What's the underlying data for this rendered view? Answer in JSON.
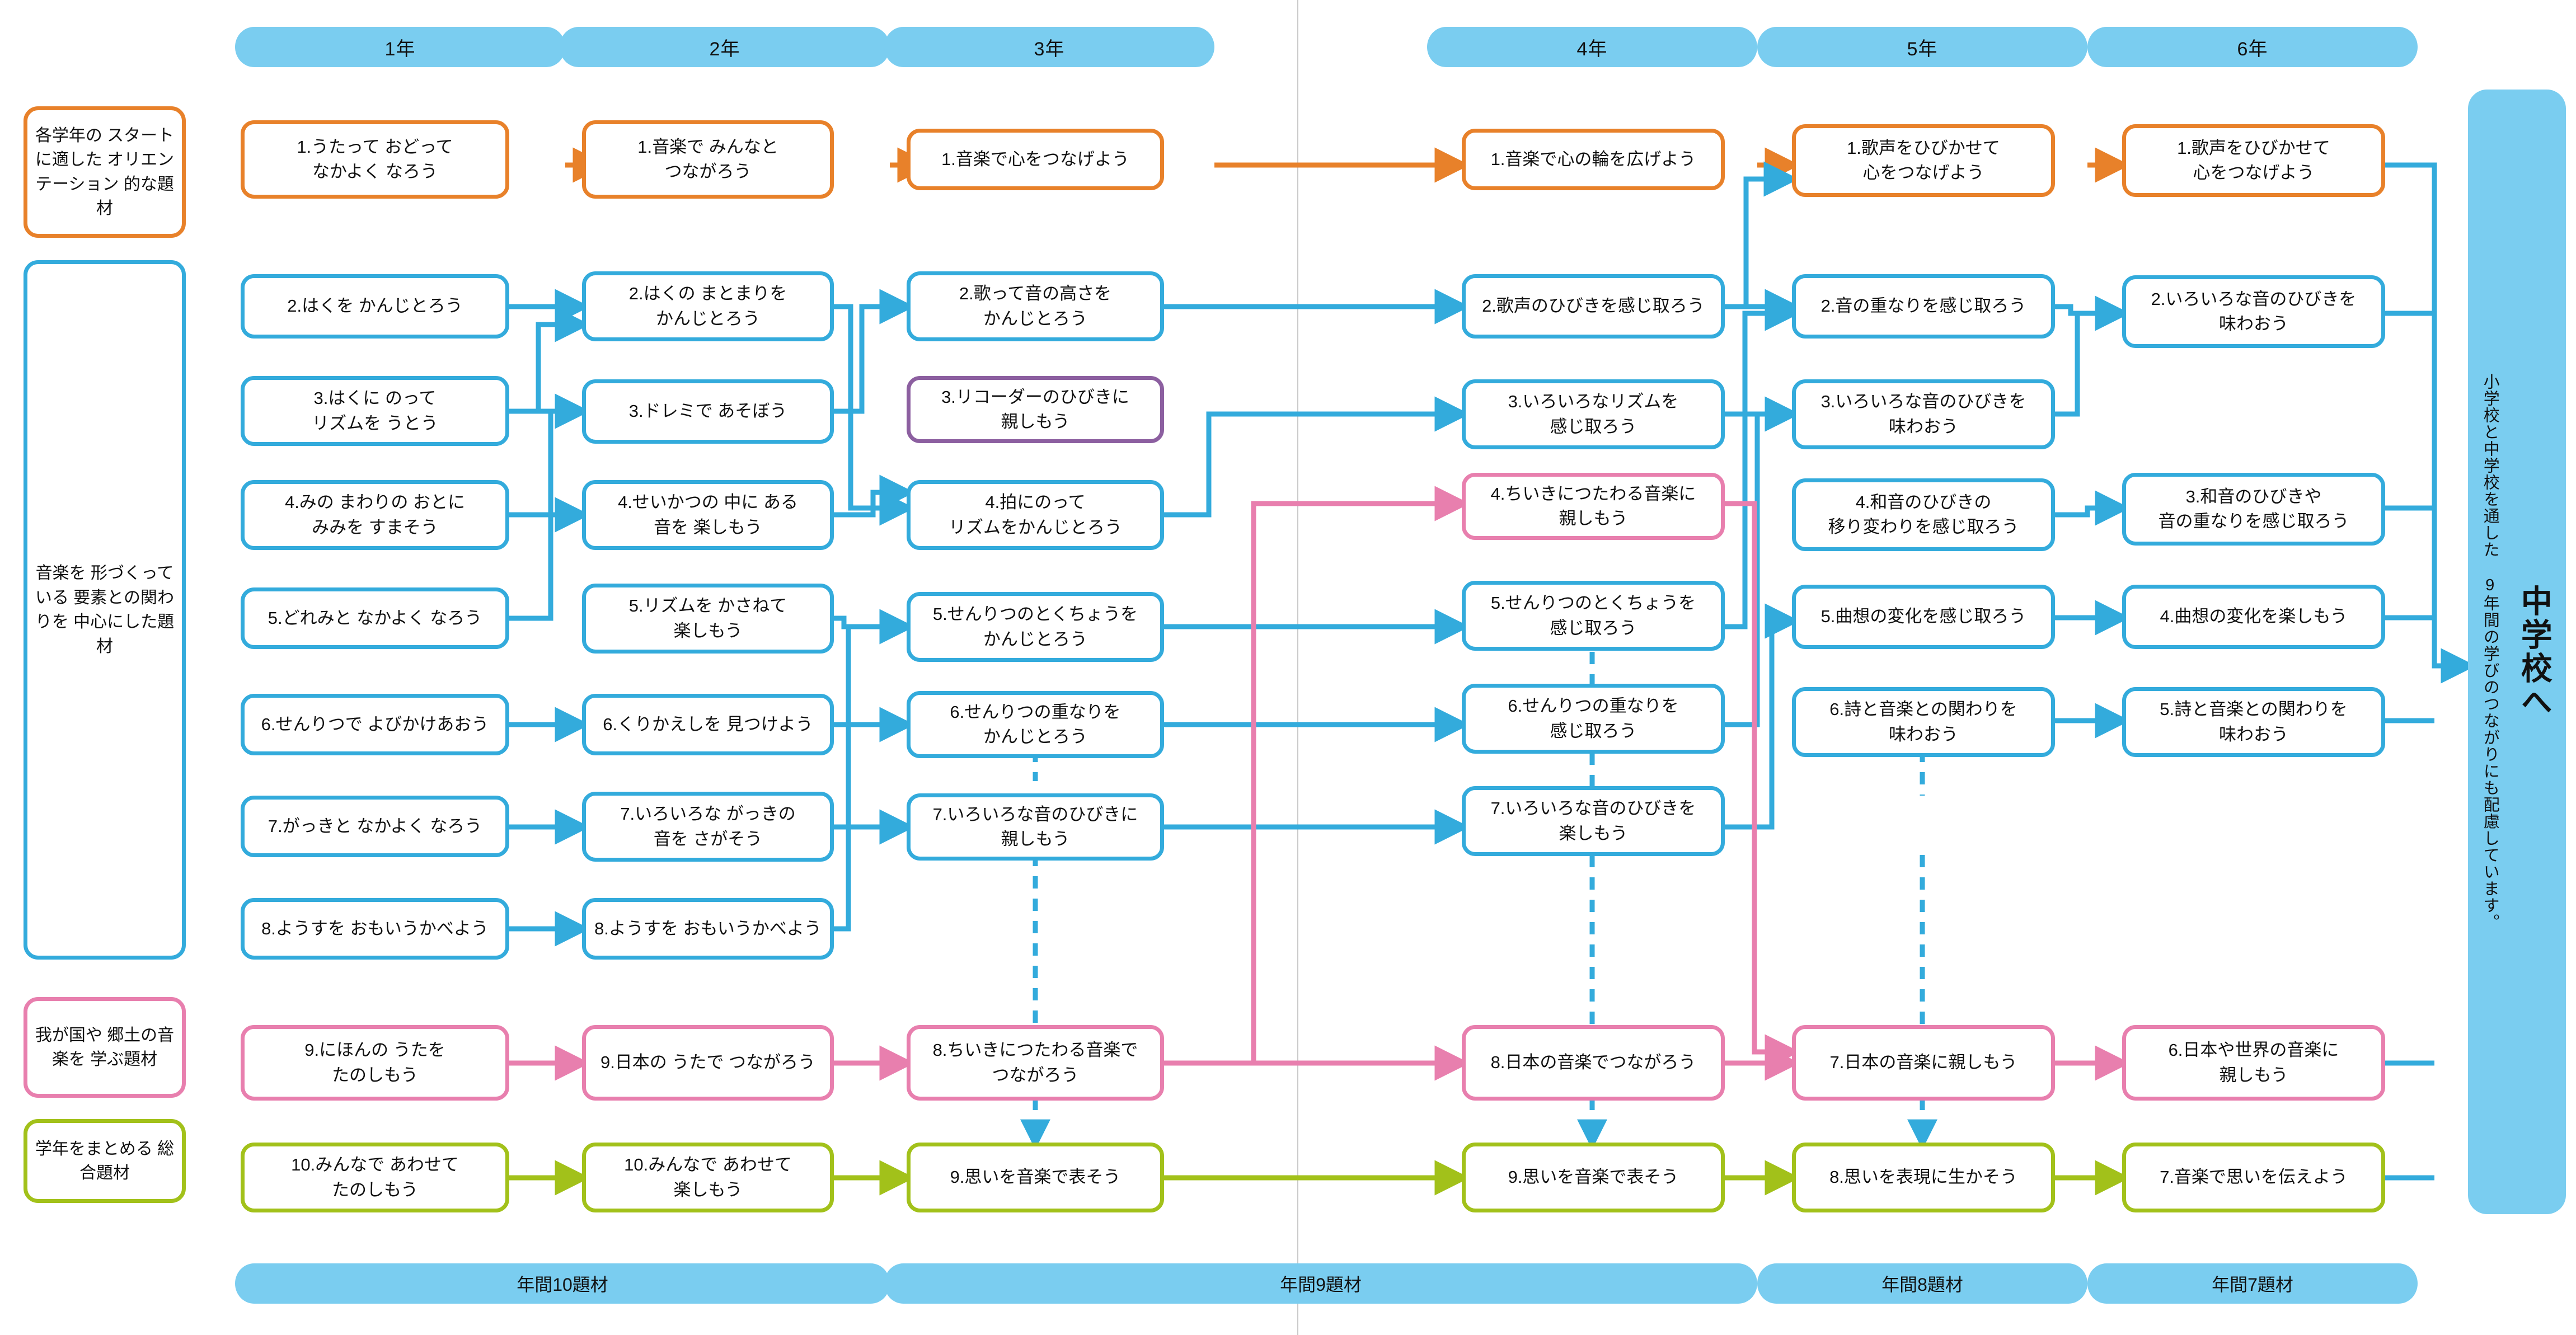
{
  "colors": {
    "header_bar": "#7ACDF0",
    "orientation": "#E8812A",
    "elements": "#33ABDC",
    "traditional": "#E87FAE",
    "summary": "#A2C11A",
    "recorder": "#8C5FA0"
  },
  "grade_headers": [
    {
      "label": "1年"
    },
    {
      "label": "2年"
    },
    {
      "label": "3年"
    },
    {
      "label": "4年"
    },
    {
      "label": "5年"
    },
    {
      "label": "6年"
    }
  ],
  "categories": [
    {
      "key": "orientation",
      "label": "各学年の\nスタートに適した\nオリエンテーション\n的な題材",
      "color": "orange"
    },
    {
      "key": "elements",
      "label": "音楽を\n形づくっている\n要素との関わりを\n中心にした題材",
      "color": "blue"
    },
    {
      "key": "traditional",
      "label": "我が国や\n郷土の音楽を\n学ぶ題材",
      "color": "pink"
    },
    {
      "key": "summary",
      "label": "学年をまとめる\n総合題材",
      "color": "green"
    }
  ],
  "grade1": {
    "orientation": "1.うたって おどって\nなかよく なろう",
    "elements": [
      "2.はくを かんじとろう",
      "3.はくに のって\nリズムを うとう",
      "4.みの まわりの おとに\nみみを すまそう",
      "5.どれみと なかよく なろう",
      "6.せんりつで よびかけあおう",
      "7.がっきと なかよく なろう",
      "8.ようすを おもいうかべよう"
    ],
    "traditional": "9.にほんの うたを\nたのしもう",
    "summary": "10.みんなで あわせて\nたのしもう",
    "total": "年間10題材"
  },
  "grade2": {
    "orientation": "1.音楽で みんなと\nつながろう",
    "elements": [
      "2.はくの まとまりを\nかんじとろう",
      "3.ドレミで あそぼう",
      "4.せいかつの 中に ある\n音を 楽しもう",
      "5.リズムを かさねて\n楽しもう",
      "6.くりかえしを 見つけよう",
      "7.いろいろな がっきの\n音を さがそう",
      "8.ようすを おもいうかべよう"
    ],
    "traditional": "9.日本の うたで つながろう",
    "summary": "10.みんなで あわせて\n楽しもう",
    "total": "年間10題材"
  },
  "grade3": {
    "orientation": "1.音楽で心をつなげよう",
    "elements": [
      "2.歌って音の高さを\nかんじとろう",
      "3.リコーダーのひびきに\n親しもう",
      "4.拍にのって\nリズムをかんじとろう",
      "5.せんりつのとくちょうを\nかんじとろう",
      "6.せんりつの重なりを\nかんじとろう",
      "7.いろいろな音のひびきに\n親しもう"
    ],
    "traditional": "8.ちいきにつたわる音楽で\nつながろう",
    "summary": "9.思いを音楽で表そう",
    "total": "年間9題材"
  },
  "grade4": {
    "orientation": "1.音楽で心の輪を広げよう",
    "elements": [
      "2.歌声のひびきを感じ取ろう",
      "3.いろいろなリズムを\n感じ取ろう",
      "4.ちいきにつたわる音楽に\n親しもう",
      "5.せんりつのとくちょうを\n感じ取ろう",
      "6.せんりつの重なりを\n感じ取ろう",
      "7.いろいろな音のひびきを\n楽しもう"
    ],
    "traditional": "8.日本の音楽でつながろう",
    "summary": "9.思いを音楽で表そう",
    "total": "年間9題材"
  },
  "grade5": {
    "orientation": "1.歌声をひびかせて\n心をつなげよう",
    "elements": [
      "2.音の重なりを感じ取ろう",
      "3.いろいろな音のひびきを\n味わおう",
      "4.和音のひびきの\n移り変わりを感じ取ろう",
      "5.曲想の変化を感じ取ろう",
      "6.詩と音楽との関わりを\n味わおう"
    ],
    "traditional": "7.日本の音楽に親しもう",
    "summary": "8.思いを表現に生かそう",
    "total": "年間8題材"
  },
  "grade6": {
    "orientation": "1.歌声をひびかせて\n心をつなげよう",
    "elements": [
      "2.いろいろな音のひびきを\n味わおう",
      "3.和音のひびきや\n音の重なりを感じ取ろう",
      "4.曲想の変化を楽しもう",
      "5.詩と音楽との関わりを\n味わおう"
    ],
    "traditional": "6.日本や世界の音楽に\n親しもう",
    "summary": "7.音楽で思いを伝えよう",
    "total": "年間7題材"
  },
  "junior_high": {
    "title": "中学校へ",
    "note": "小学校と中学校を通した\n9年間の学びのつながりにも配慮しています。"
  }
}
